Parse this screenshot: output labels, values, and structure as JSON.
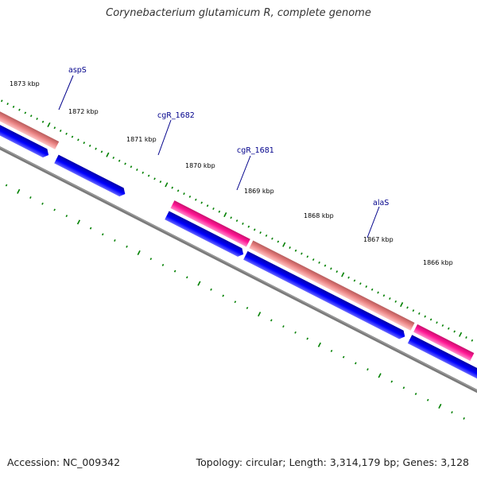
{
  "title": "Corynebacterium glutamicum R, complete genome",
  "footer": {
    "accession": "Accession: NC_009342",
    "summary": "Topology: circular; Length: 3,314,179 bp; Genes: 3,128"
  },
  "ticks": [
    "1873 kbp",
    "1872 kbp",
    "1871 kbp",
    "1870 kbp",
    "1869 kbp",
    "1868 kbp",
    "1867 kbp",
    "1866 kbp"
  ],
  "genes": [
    {
      "label": "aspS"
    },
    {
      "label": "cgR_1682"
    },
    {
      "label": "cgR_1681"
    },
    {
      "label": "alaS"
    }
  ],
  "colors": {
    "cds": "#0000ff",
    "gene_pink": "#e87c7c",
    "gene_magenta": "#ff1493",
    "backbone": "#808080",
    "tick": "#008000",
    "label": "#00008b"
  }
}
